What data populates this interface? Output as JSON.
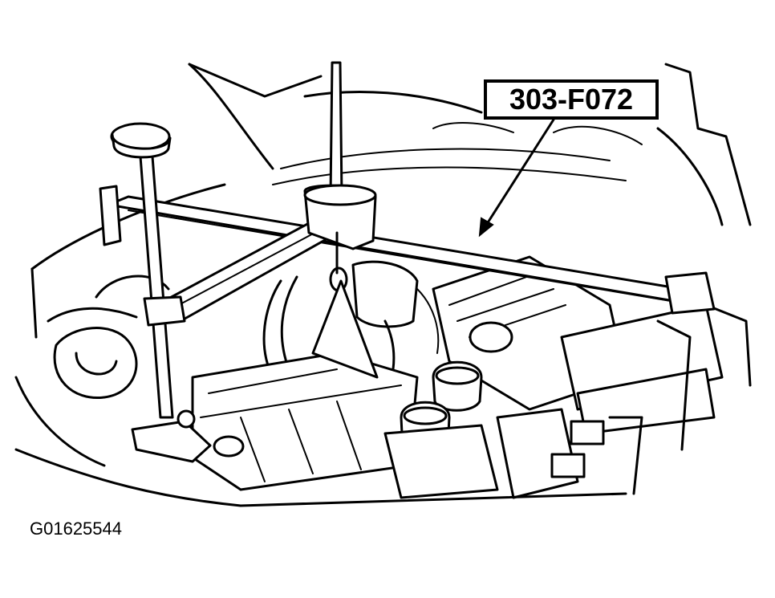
{
  "figure": {
    "tool_label": "303-F072",
    "figure_id": "G01625544",
    "subject_icon": "engine-compartment-illustration",
    "tool_icon": "engine-support-bar-icon"
  }
}
